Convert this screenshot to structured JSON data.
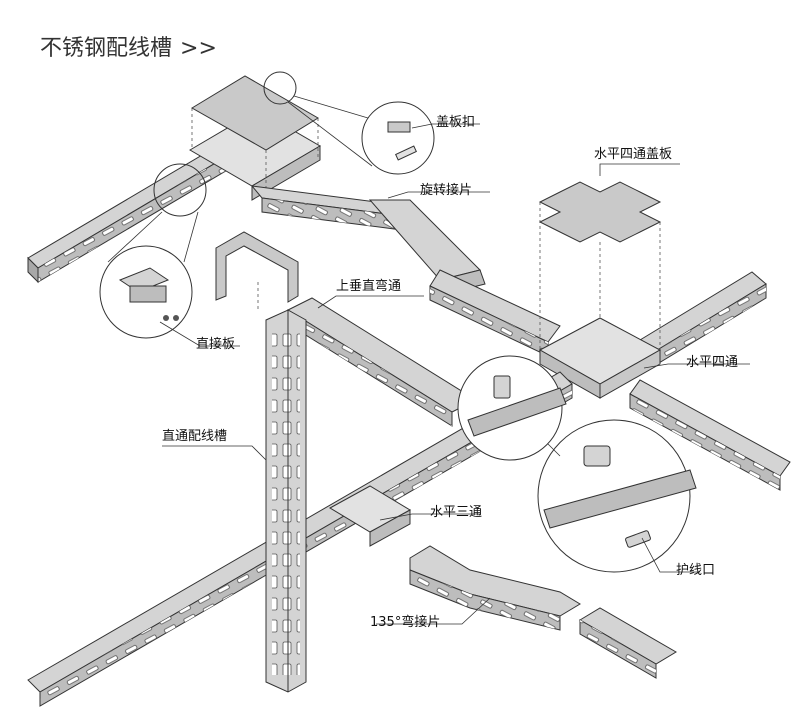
{
  "title": {
    "text": "不锈钢配线槽",
    "arrows": ">>"
  },
  "labels": {
    "cover_clip": "盖板扣",
    "four_way_cover": "水平四通盖板",
    "rotating_joint": "旋转接片",
    "vertical_bend": "上垂直弯通",
    "horizontal_four_way": "水平四通",
    "straight_plate": "直接板",
    "straight_trunking": "直通配线槽",
    "horizontal_tee": "水平三通",
    "grommet": "护线口",
    "bend_135_joint": "135°弯接片"
  },
  "colors": {
    "tray_fill": "#d4d4d4",
    "tray_side": "#bdbdbd",
    "tray_inner": "#e8e8e8",
    "cover_fill": "#c9c9c9",
    "outline": "#333333",
    "slot": "#555555",
    "background": "#ffffff"
  }
}
